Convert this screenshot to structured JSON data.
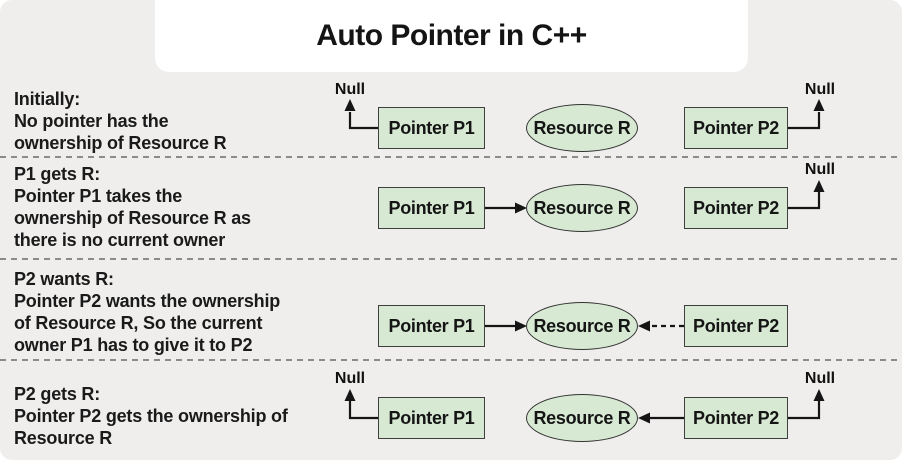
{
  "title": "Auto Pointer in C++",
  "nodes": {
    "pointer_p1": "Pointer P1",
    "pointer_p2": "Pointer P2",
    "resource": "Resource R",
    "null_label": "Null"
  },
  "rows": [
    {
      "id": "initially",
      "description": "Initially:\nNo pointer has the\nownership of Resource R",
      "connections": [
        {
          "from": "Pointer P1",
          "to": "Null",
          "style": "solid-elbow"
        },
        {
          "from": "Pointer P2",
          "to": "Null",
          "style": "solid-elbow"
        }
      ]
    },
    {
      "id": "p1-gets-r",
      "description": "P1 gets R:\nPointer P1 takes the\nownership of Resource R as\nthere is no current owner",
      "connections": [
        {
          "from": "Pointer P1",
          "to": "Resource R",
          "style": "solid"
        },
        {
          "from": "Pointer P2",
          "to": "Null",
          "style": "solid-elbow"
        }
      ]
    },
    {
      "id": "p2-wants-r",
      "description": "P2 wants R:\nPointer P2 wants the ownership\nof Resource R, So the current\nowner P1 has to give it to P2",
      "connections": [
        {
          "from": "Pointer P1",
          "to": "Resource R",
          "style": "solid"
        },
        {
          "from": "Pointer P2",
          "to": "Resource R",
          "style": "dashed"
        }
      ]
    },
    {
      "id": "p2-gets-r",
      "description": "P2 gets R:\nPointer P2 gets the ownership of\nResource R",
      "connections": [
        {
          "from": "Pointer P1",
          "to": "Null",
          "style": "solid-elbow"
        },
        {
          "from": "Pointer P2",
          "to": "Resource R",
          "style": "solid"
        },
        {
          "from": "Pointer P2",
          "to": "Null",
          "style": "solid-elbow"
        }
      ]
    }
  ],
  "colors": {
    "canvas_bg": "#efeeed",
    "title_card_bg": "#ffffff",
    "node_fill": "#d7e9d3",
    "node_border": "#3f3f3f",
    "text": "#151515",
    "separator": "#8b8b8b",
    "arrow": "#151515"
  }
}
